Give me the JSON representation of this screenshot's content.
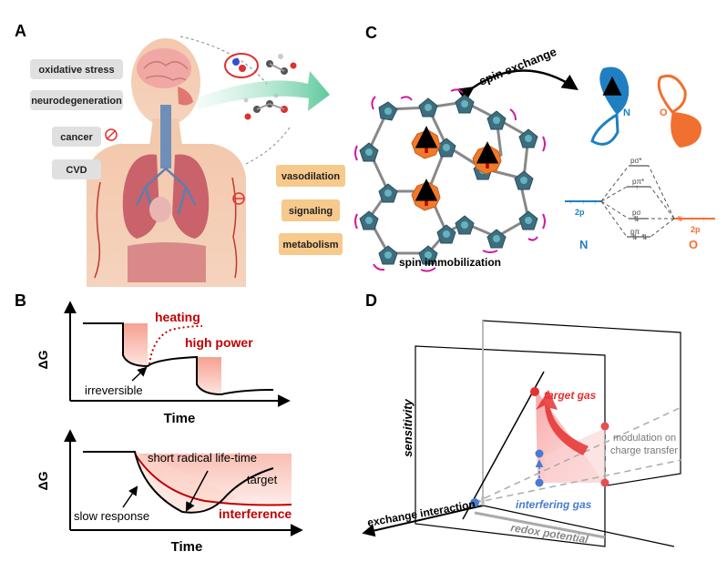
{
  "panel_labels": {
    "a": "A",
    "b": "B",
    "c": "C",
    "d": "D"
  },
  "panel_a": {
    "diseases": [
      "oxidative stress",
      "neurodegeneration",
      "cancer",
      "CVD"
    ],
    "functions": [
      "vasodilation",
      "signaling",
      "metabolism"
    ],
    "colors": {
      "disease_pill": "#e0e0e0",
      "function_pill": "#f7c98b",
      "arrow": "#6fd0a4",
      "vessel": "#c0392b"
    }
  },
  "panel_b_top": {
    "ylabel": "ΔG",
    "xlabel": "Time",
    "labels": {
      "heating": "heating",
      "high_power": "high power",
      "irreversible": "irreversible"
    },
    "colors": {
      "accent": "#c00000",
      "shade": "#f7b5a5"
    }
  },
  "panel_b_bottom": {
    "ylabel": "ΔG",
    "xlabel": "Time",
    "labels": {
      "short_lifetime": "short radical life-time",
      "target": "target",
      "slow_response": "slow response",
      "interference": "interference"
    }
  },
  "panel_c": {
    "spin_exchange": "spin exchange",
    "spin_immobilization": "spin immobilization",
    "orbital_N": "N",
    "orbital_O": "O",
    "mo": {
      "sigma_star": "pσ*",
      "pi_star": "pπ*",
      "sigma": "pσ",
      "pi": "pπ",
      "n_2p": "2p",
      "o_2p": "2p",
      "n_label": "N",
      "o_label": "O"
    },
    "colors": {
      "n_blue": "#1f7fc0",
      "o_orange": "#f07030",
      "metal": "#f07a2a",
      "cluster": "#3d6e80",
      "ring": "#d01aa0"
    }
  },
  "panel_d": {
    "y_axis": "sensitivity",
    "x_axis": "exchange interaction",
    "z_axis": "redox potential",
    "target_gas": "target gas",
    "interfering_gas": "interfering gas",
    "modulation": [
      "modulation on",
      "charge transfer"
    ],
    "colors": {
      "target": "#e53030",
      "interfering": "#4a7bd0",
      "plane_fill": "#fbd2d2"
    }
  }
}
